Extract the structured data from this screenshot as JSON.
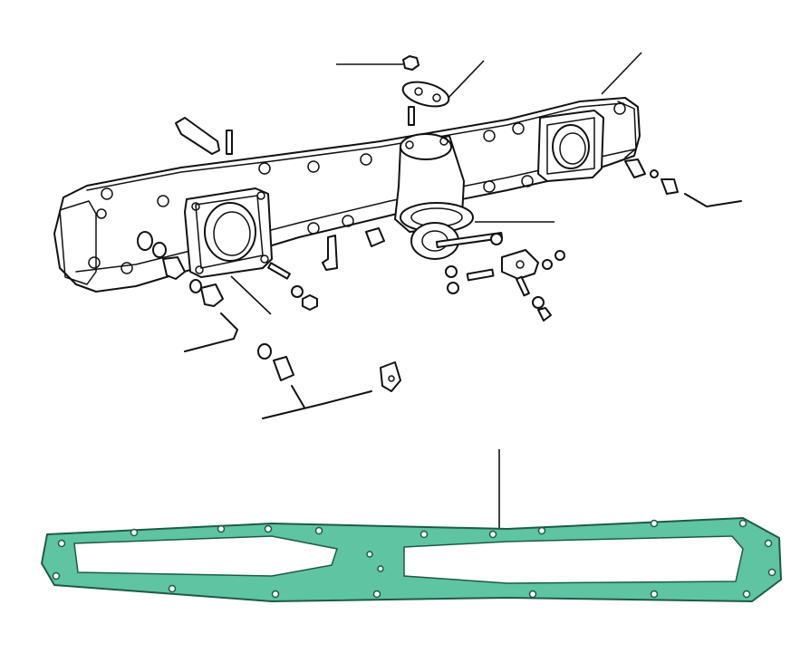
{
  "diagram": {
    "background_color": "#ffffff",
    "line_color": "#111111",
    "gasket_color": "#5ec4a2",
    "gasket_outline_color": "#1e5a46",
    "parts": [
      {
        "id": "inlet-manifold",
        "icon": "manifold-drawing"
      },
      {
        "id": "carburettor-flange-front",
        "icon": "flange-drawing"
      },
      {
        "id": "carburettor-flange-rear",
        "icon": "flange-drawing"
      },
      {
        "id": "thermostat-housing",
        "icon": "housing-drawing"
      },
      {
        "id": "balance-pipe",
        "icon": "pipe-drawing"
      },
      {
        "id": "manifold-gasket",
        "icon": "gasket-drawing"
      }
    ]
  }
}
